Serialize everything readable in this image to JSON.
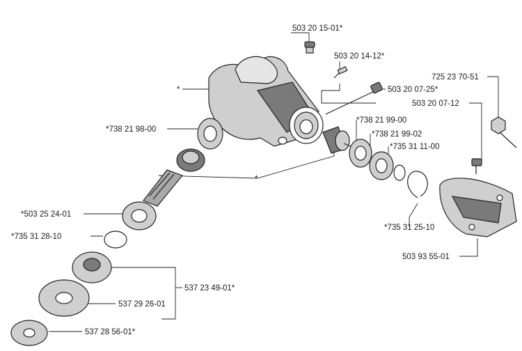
{
  "labels": {
    "p1": "503 20 15-01*",
    "p2": "503 20 14-12*",
    "p3": "503 20 07-25*",
    "p4": "725 23 70-51",
    "p5": "503 20 07-12",
    "p6": "*738 21 99-00",
    "p7": "*738 21 99-02",
    "p8": "*735 31 11-00",
    "p9": "*738 21 98-00",
    "p10": "*503 25 24-01",
    "p11": "*735 31 28-10",
    "p12": "537 23 49-01*",
    "p13": "537 29 26-01",
    "p14": "537 28 56-01*",
    "p15": "*735 31 25-10",
    "p16": "503 93 55-01",
    "star1": "*",
    "star2": "*"
  }
}
